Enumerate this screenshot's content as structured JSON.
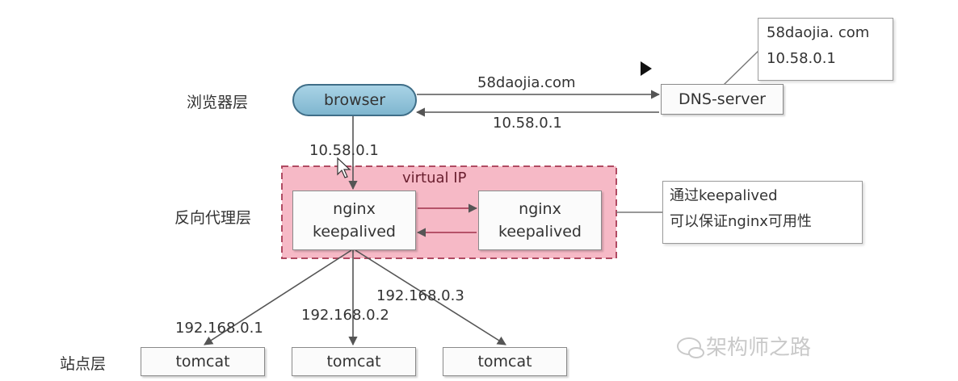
{
  "layers": {
    "browser_layer": "浏览器层",
    "proxy_layer": "反向代理层",
    "site_layer": "站点层"
  },
  "nodes": {
    "browser": "browser",
    "dns_server": "DNS-server",
    "nginx_line1": "nginx",
    "nginx_line2": "keepalived",
    "tomcat": "tomcat"
  },
  "labels": {
    "dns_request": "58daojia.com",
    "dns_response": "10.58.0.1",
    "to_vip_ip": "10.58.0.1",
    "virtual_ip": "virtual  IP",
    "ip_tomcat1": "192.168.0.1",
    "ip_tomcat2": "192.168.0.2",
    "ip_tomcat3": "192.168.0.3"
  },
  "dns_note": {
    "line1": "58daojia. com",
    "line2": "10.58.0.1"
  },
  "keepalived_note": {
    "line1": "通过keepalived",
    "line2": "可以保证nginx可用性"
  },
  "watermark": "架构师之路",
  "colors": {
    "browser_fill": "#8fc4da",
    "vip_fill": "#f6b9c6",
    "vip_border": "#b04a62",
    "arrow": "#555555"
  }
}
